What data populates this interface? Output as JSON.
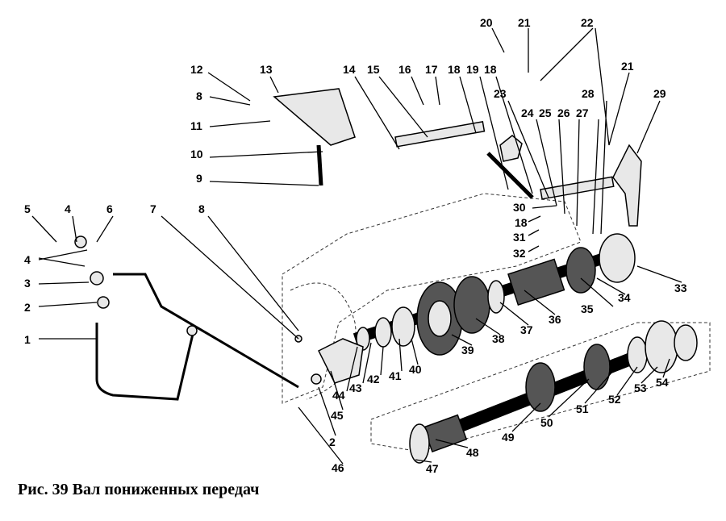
{
  "caption": "Рис. 39 Вал пониженных передач",
  "labels": [
    "1",
    "2",
    "2",
    "3",
    "4",
    "4",
    "5",
    "6",
    "7",
    "8",
    "8",
    "9",
    "10",
    "11",
    "12",
    "13",
    "14",
    "15",
    "16",
    "17",
    "18",
    "18",
    "18",
    "19",
    "20",
    "21",
    "21",
    "22",
    "23",
    "24",
    "25",
    "26",
    "27",
    "28",
    "29",
    "30",
    "31",
    "32",
    "33",
    "34",
    "35",
    "36",
    "37",
    "38",
    "39",
    "40",
    "41",
    "42",
    "43",
    "44",
    "45",
    "46",
    "47",
    "48",
    "49",
    "50",
    "51",
    "52",
    "53",
    "54"
  ]
}
